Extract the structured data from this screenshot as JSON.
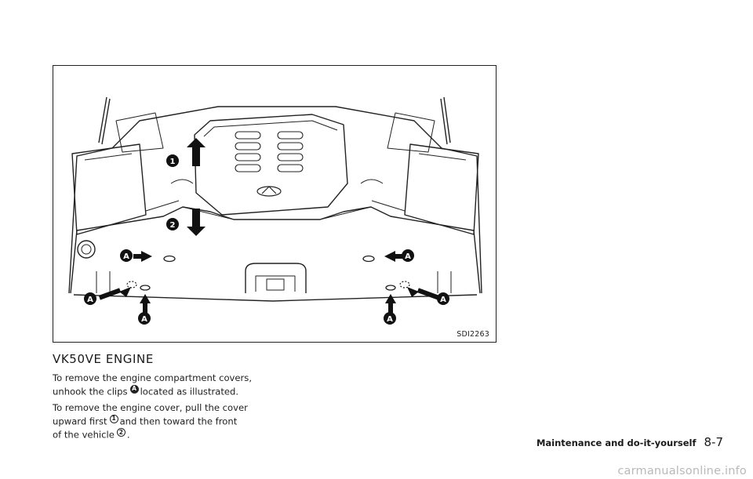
{
  "figure": {
    "code": "SDI2263",
    "callouts": {
      "clip": "A",
      "step_up": "1",
      "step_forward": "2"
    }
  },
  "section": {
    "heading": "VK50VE ENGINE"
  },
  "paragraph1": {
    "line1": "To remove the engine compartment covers,",
    "line2_pre": "unhook the clips",
    "badge": "A",
    "line2_post": "located as illustrated."
  },
  "paragraph2": {
    "line1": "To remove the engine cover, pull the cover",
    "line2_pre": "upward first",
    "badge1": "1",
    "line2_post": "and then toward the front",
    "line3_pre": "of the vehicle",
    "badge2": "2",
    "line3_post": "."
  },
  "footer": {
    "section": "Maintenance and do-it-yourself",
    "page": "8-7"
  },
  "watermark": "carmanualsonline.info",
  "colors": {
    "ink": "#1a1a1a",
    "watermark": "#b9b9b9",
    "background": "#ffffff"
  }
}
